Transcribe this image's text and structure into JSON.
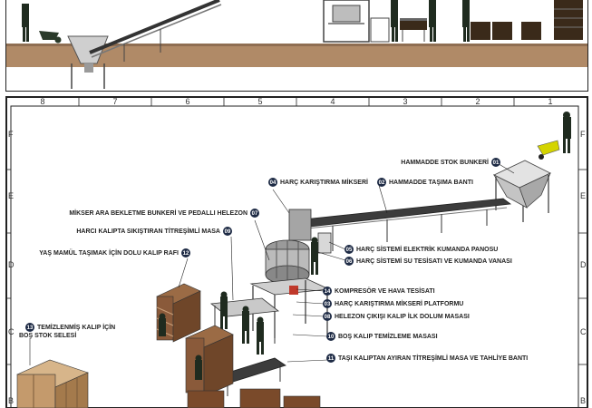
{
  "colors": {
    "ground": "#b08a67",
    "ground_dark": "#8f6e52",
    "sky": "#ffffff",
    "worker": "#1f2b1f",
    "machine": "#d9d9d9",
    "machine_dark": "#555555",
    "brick_crate": "#8a5a3a",
    "callout_fill": "#1e2b45",
    "wheelbarrow": "#d4d400"
  },
  "grid": {
    "columns": [
      "8",
      "7",
      "6",
      "5",
      "4",
      "3",
      "2",
      "1"
    ],
    "rows": [
      "F",
      "E",
      "D",
      "C",
      "B"
    ]
  },
  "callouts": [
    {
      "num": "01",
      "label": "HAMMADDE STOK BUNKERİ"
    },
    {
      "num": "02",
      "label": "HAMMADDE TAŞIMA BANTI"
    },
    {
      "num": "04",
      "label": "HARÇ KARIŞTIRMA MİKSERİ"
    },
    {
      "num": "07",
      "label": "MİKSER ARA BEKLETME BUNKERİ VE PEDALLI HELEZON"
    },
    {
      "num": "09",
      "label": "HARCI KALIPTA SIKIŞTIRAN TİTREŞİMLİ MASA"
    },
    {
      "num": "12",
      "label": "YAŞ MAMÜL TAŞIMAK İÇİN DOLU KALIP RAFI"
    },
    {
      "num": "05",
      "label": "HARÇ SİSTEMİ ELEKTRİK KUMANDA PANOSU"
    },
    {
      "num": "06",
      "label": "HARÇ SİSTEMİ SU TESİSATI VE KUMANDA VANASI"
    },
    {
      "num": "14",
      "label": "KOMPRESÖR VE HAVA TESİSATI"
    },
    {
      "num": "03",
      "label": "HARÇ KARIŞTIRMA MİKSERİ PLATFORMU"
    },
    {
      "num": "08",
      "label": "HELEZON ÇIKIŞI KALIP İLK DOLUM MASASI"
    },
    {
      "num": "10",
      "label": "BOŞ KALIP TEMİZLEME MASASI"
    },
    {
      "num": "11",
      "label": "TAŞI KALIPTAN AYIRAN TİTREŞİMLİ MASA VE TAHLİYE BANTI"
    },
    {
      "num": "13",
      "label": "TEMİZLENMİŞ KALIP İÇİN BOŞ STOK SELESİ"
    }
  ]
}
